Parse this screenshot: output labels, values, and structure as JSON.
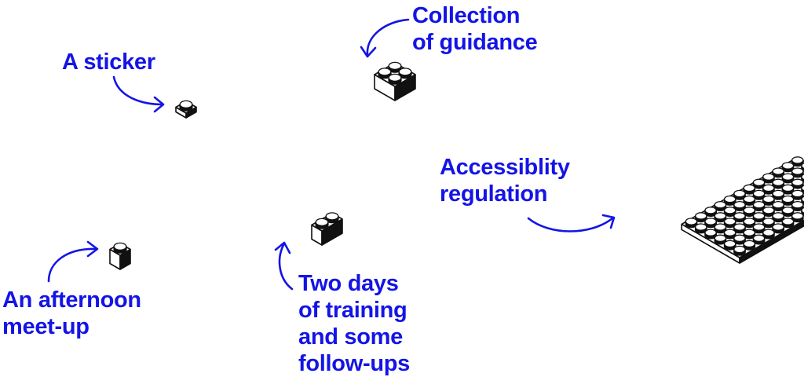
{
  "colors": {
    "annotation": "#1414e6",
    "brick_top": "#ffffff",
    "brick_left": "#ffffff",
    "brick_right": "#111111",
    "outline": "#111111"
  },
  "annotations": {
    "sticker": {
      "lines": [
        "A sticker"
      ]
    },
    "guidance": {
      "lines": [
        "Collection",
        "of guidance"
      ]
    },
    "regulation": {
      "lines": [
        "Accessiblity",
        "regulation"
      ]
    },
    "meetup": {
      "lines": [
        "An afternoon",
        "meet-up"
      ]
    },
    "training": {
      "lines": [
        "Two days",
        "of training",
        "and some",
        "follow-ups"
      ]
    }
  },
  "bricks": [
    {
      "id": "sticker",
      "name": "sticker-tile-brick",
      "studs": "1x1",
      "height": "flat"
    },
    {
      "id": "guidance",
      "name": "guidance-2x2-brick",
      "studs": "2x2",
      "height": "full"
    },
    {
      "id": "meetup",
      "name": "meetup-1x1-brick",
      "studs": "1x1",
      "height": "full"
    },
    {
      "id": "training",
      "name": "training-1x2-brick",
      "studs": "1x2",
      "height": "full"
    },
    {
      "id": "regulation",
      "name": "regulation-plate",
      "studs": "6x12",
      "height": "plate"
    }
  ]
}
